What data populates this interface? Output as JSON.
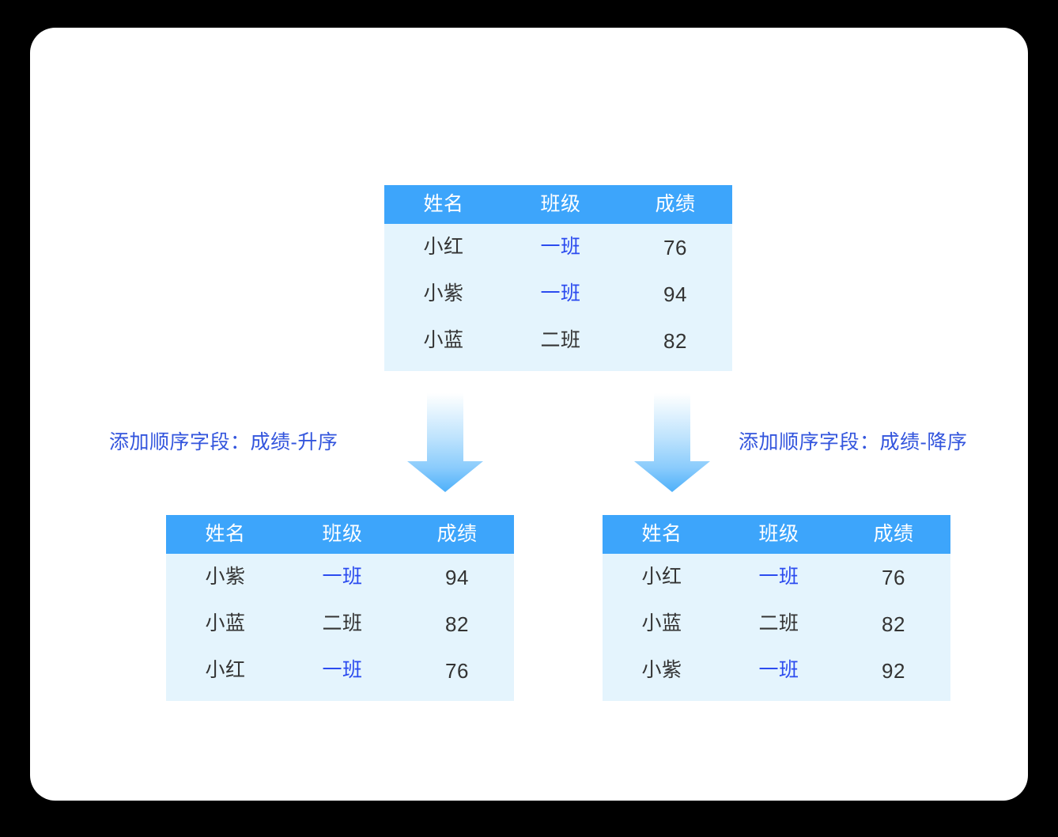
{
  "canvas": {
    "background_color": "#000000",
    "card_color": "#ffffff"
  },
  "theme": {
    "header_blue": "#3DA5FB",
    "body_blue": "#E4F4FD",
    "link_blue": "#2B4BEF",
    "caption_blue": "#3355DD",
    "text_dark": "#333333",
    "arrow_blue": "#52B4FA"
  },
  "columns": [
    "姓名",
    "班级",
    "成绩"
  ],
  "tables": {
    "source": {
      "name": "source-table",
      "headers": [
        "姓名",
        "班级",
        "成绩"
      ],
      "rows": [
        {
          "name": "小红",
          "class": "一班",
          "class_is_link": true,
          "score": "76"
        },
        {
          "name": "小紫",
          "class": "一班",
          "class_is_link": true,
          "score": "94"
        },
        {
          "name": "小蓝",
          "class": "二班",
          "class_is_link": false,
          "score": "82"
        }
      ]
    },
    "ascending": {
      "name": "ascending-result-table",
      "headers": [
        "姓名",
        "班级",
        "成绩"
      ],
      "rows": [
        {
          "name": "小紫",
          "class": "一班",
          "class_is_link": true,
          "score": "94"
        },
        {
          "name": "小蓝",
          "class": "二班",
          "class_is_link": false,
          "score": "82"
        },
        {
          "name": "小红",
          "class": "一班",
          "class_is_link": true,
          "score": "76"
        }
      ]
    },
    "descending": {
      "name": "descending-result-table",
      "headers": [
        "姓名",
        "班级",
        "成绩"
      ],
      "rows": [
        {
          "name": "小红",
          "class": "一班",
          "class_is_link": true,
          "score": "76"
        },
        {
          "name": "小蓝",
          "class": "二班",
          "class_is_link": false,
          "score": "82"
        },
        {
          "name": "小紫",
          "class": "一班",
          "class_is_link": true,
          "score": "92"
        }
      ]
    }
  },
  "captions": {
    "ascending": "添加顺序字段：成绩-升序",
    "descending": "添加顺序字段：成绩-降序"
  },
  "arrows": {
    "ascending": "down-arrow-icon",
    "descending": "down-arrow-icon"
  }
}
